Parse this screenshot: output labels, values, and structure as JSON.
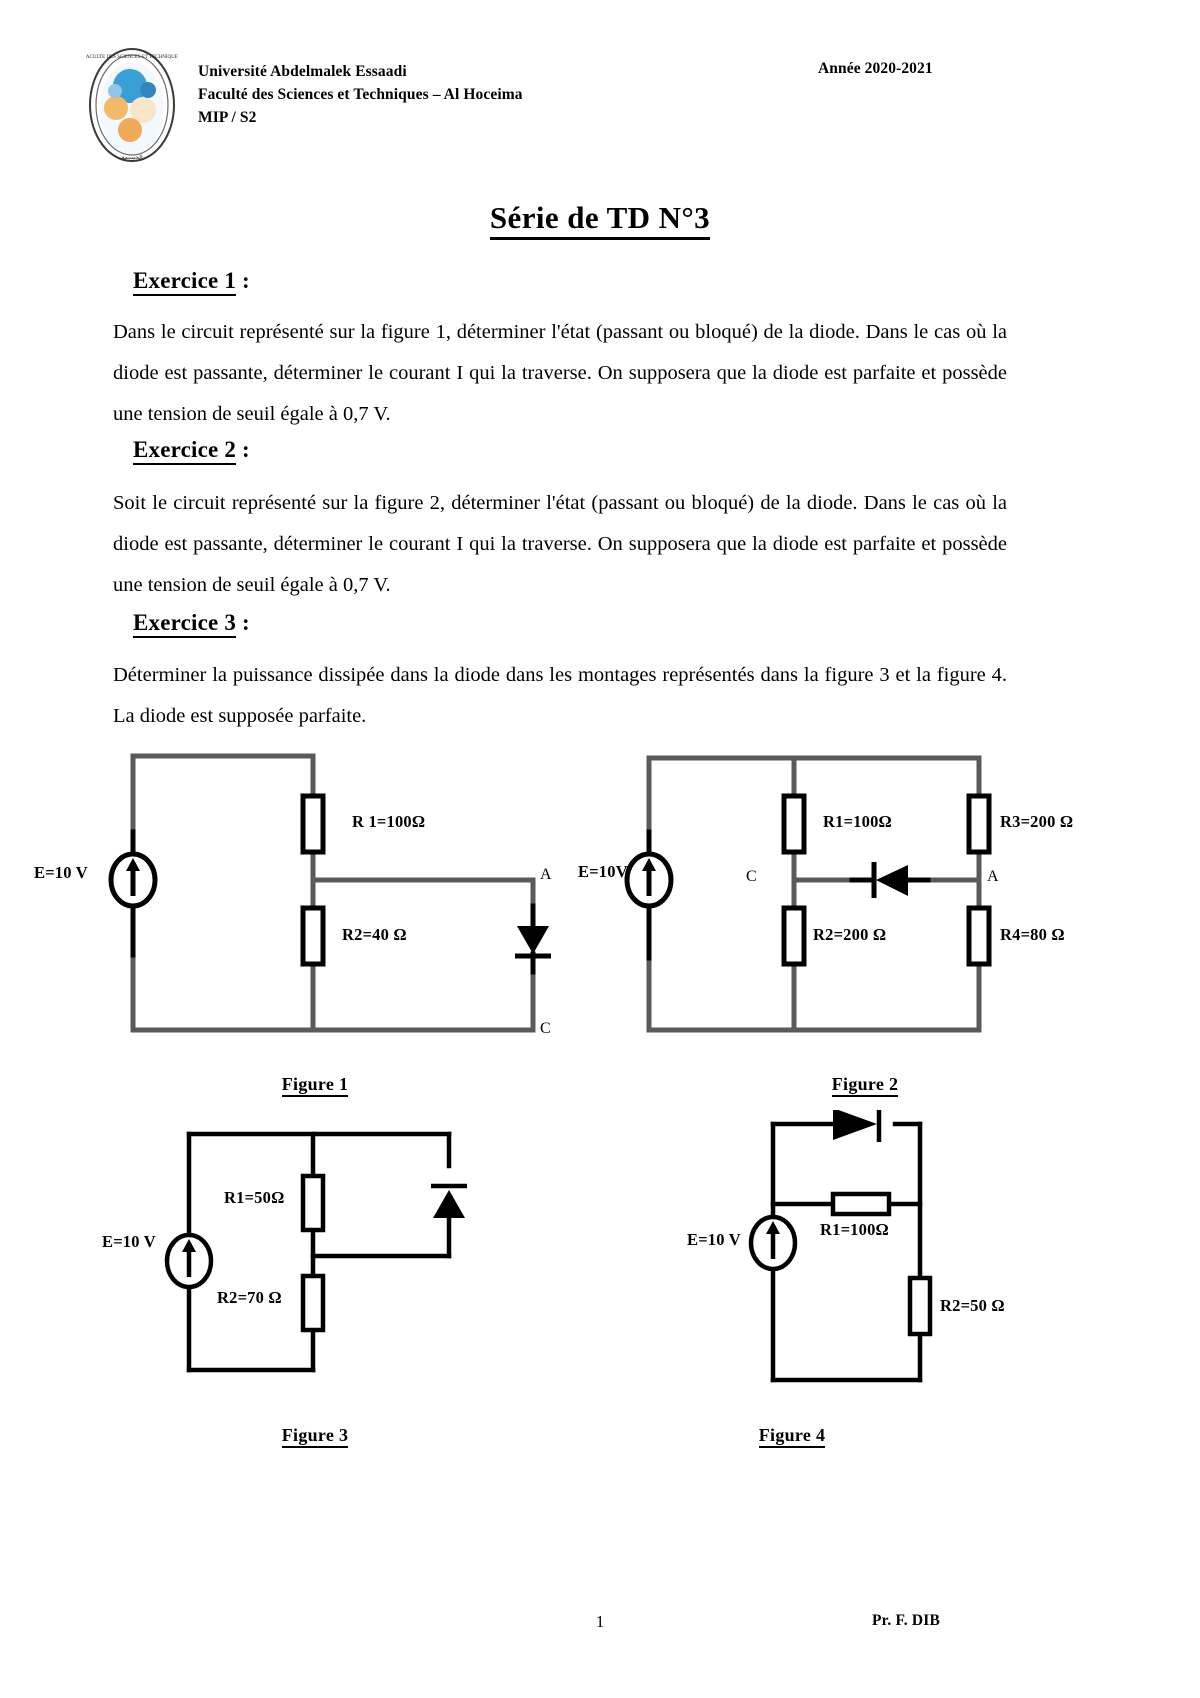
{
  "header": {
    "logo_alt": "university-logo",
    "university": "Université Abdelmalek Essaadi",
    "faculty": "Faculté des Sciences et Techniques – Al Hoceima",
    "program": "MIP / S2",
    "year": "Année 2020-2021"
  },
  "title": "Série de TD N°3",
  "exercises": [
    {
      "heading": "Exercice 1",
      "colon": " :",
      "body": "Dans le circuit représenté sur la figure 1, déterminer l'état (passant ou bloqué) de la diode. Dans le cas où la diode est passante, déterminer le courant I qui la traverse. On supposera que la diode est parfaite et possède une tension de seuil égale à 0,7 V."
    },
    {
      "heading": "Exercice 2",
      "colon": " :",
      "body": "Soit le circuit représenté sur la figure 2, déterminer l'état (passant ou bloqué) de la diode. Dans le cas où la diode est passante, déterminer le courant I qui la traverse. On supposera que la diode est parfaite et possède une tension de seuil égale à 0,7 V."
    },
    {
      "heading": "Exercice 3",
      "colon": " :",
      "body": "Déterminer la puissance dissipée dans la diode dans les montages représentés dans la figure 3 et la figure 4. La diode est supposée parfaite."
    }
  ],
  "figures": [
    {
      "caption": "Figure 1",
      "source": "E=10 V",
      "components": [
        {
          "name": "R1",
          "label": "R 1=100Ω"
        },
        {
          "name": "R2",
          "label": "R2=40 Ω"
        }
      ],
      "nodes": [
        "A",
        "C"
      ],
      "diode": "diode-down"
    },
    {
      "caption": "Figure 2",
      "source": "E=10V",
      "components": [
        {
          "name": "R1",
          "label": "R1=100Ω"
        },
        {
          "name": "R2",
          "label": "R2=200 Ω"
        },
        {
          "name": "R3",
          "label": "R3=200 Ω"
        },
        {
          "name": "R4",
          "label": "R4=80 Ω"
        }
      ],
      "nodes": [
        "C",
        "A"
      ],
      "diode": "diode-left"
    },
    {
      "caption": "Figure 3",
      "source": "E=10 V",
      "components": [
        {
          "name": "R1",
          "label": "R1=50Ω"
        },
        {
          "name": "R2",
          "label": "R2=70 Ω"
        }
      ],
      "nodes": [],
      "diode": "diode-up"
    },
    {
      "caption": "Figure 4",
      "source": "E=10 V",
      "components": [
        {
          "name": "R1",
          "label": "R1=100Ω"
        },
        {
          "name": "R2",
          "label": "R2=50 Ω"
        }
      ],
      "nodes": [],
      "diode": "diode-right"
    }
  ],
  "footer": {
    "page_number": "1",
    "author": "Pr. F. DIB"
  },
  "colors": {
    "wire_gray": "#5a5a5a",
    "wire_black": "#000000",
    "ink": "#000000",
    "paper": "#ffffff"
  }
}
